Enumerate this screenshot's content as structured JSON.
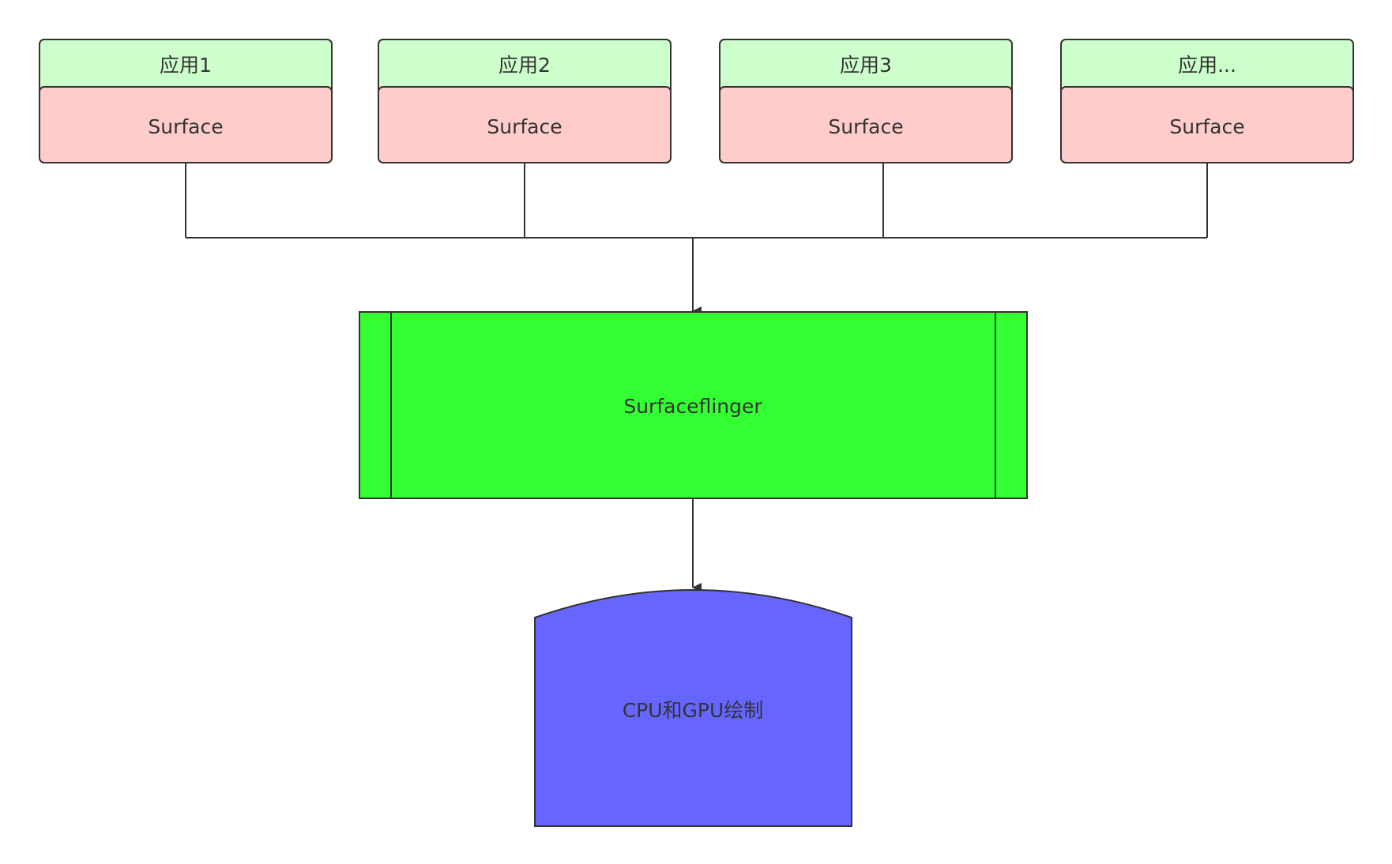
{
  "apps": [
    {
      "name": "应用1",
      "layer": "Surface"
    },
    {
      "name": "应用2",
      "layer": "Surface"
    },
    {
      "name": "应用3",
      "layer": "Surface"
    },
    {
      "name": "应用...",
      "layer": "Surface"
    }
  ],
  "compositor": {
    "label": "Surfaceflinger"
  },
  "renderer": {
    "label": "CPU和GPU绘制"
  },
  "colors": {
    "app_header": "#ccffcc",
    "surface": "#ffcccc",
    "compositor": "#33ff33",
    "renderer": "#6666ff",
    "stroke": "#333333"
  }
}
